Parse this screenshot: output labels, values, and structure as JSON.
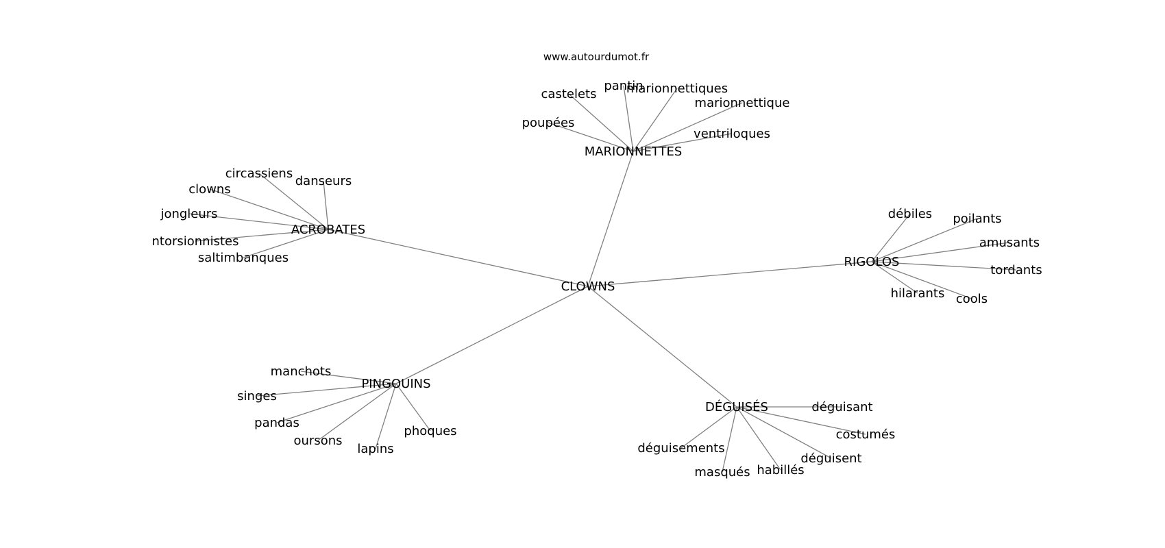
{
  "site": "www.autourdumot.fr",
  "colors": {
    "edge": "#808080",
    "text": "#000000",
    "background": "#ffffff"
  },
  "graph": {
    "center": "CLOWNS",
    "clusters": [
      {
        "hub": "MARIONNETTES",
        "leaves": [
          "castelets",
          "pantin",
          "marionnettiques",
          "marionnettique",
          "poupées",
          "ventriloques"
        ]
      },
      {
        "hub": "ACROBATES",
        "leaves": [
          "circassiens",
          "danseurs",
          "clowns",
          "jongleurs",
          "ntorsionnistes",
          "saltimbanques"
        ]
      },
      {
        "hub": "RIGOLOS",
        "leaves": [
          "débiles",
          "poilants",
          "amusants",
          "tordants",
          "hilarants",
          "cools"
        ]
      },
      {
        "hub": "PINGOUINS",
        "leaves": [
          "manchots",
          "singes",
          "pandas",
          "oursons",
          "lapins",
          "phoques"
        ]
      },
      {
        "hub": "DÉGUISÉS",
        "leaves": [
          "déguisant",
          "costumés",
          "déguisent",
          "habillés",
          "masqués",
          "déguisements"
        ]
      }
    ]
  }
}
